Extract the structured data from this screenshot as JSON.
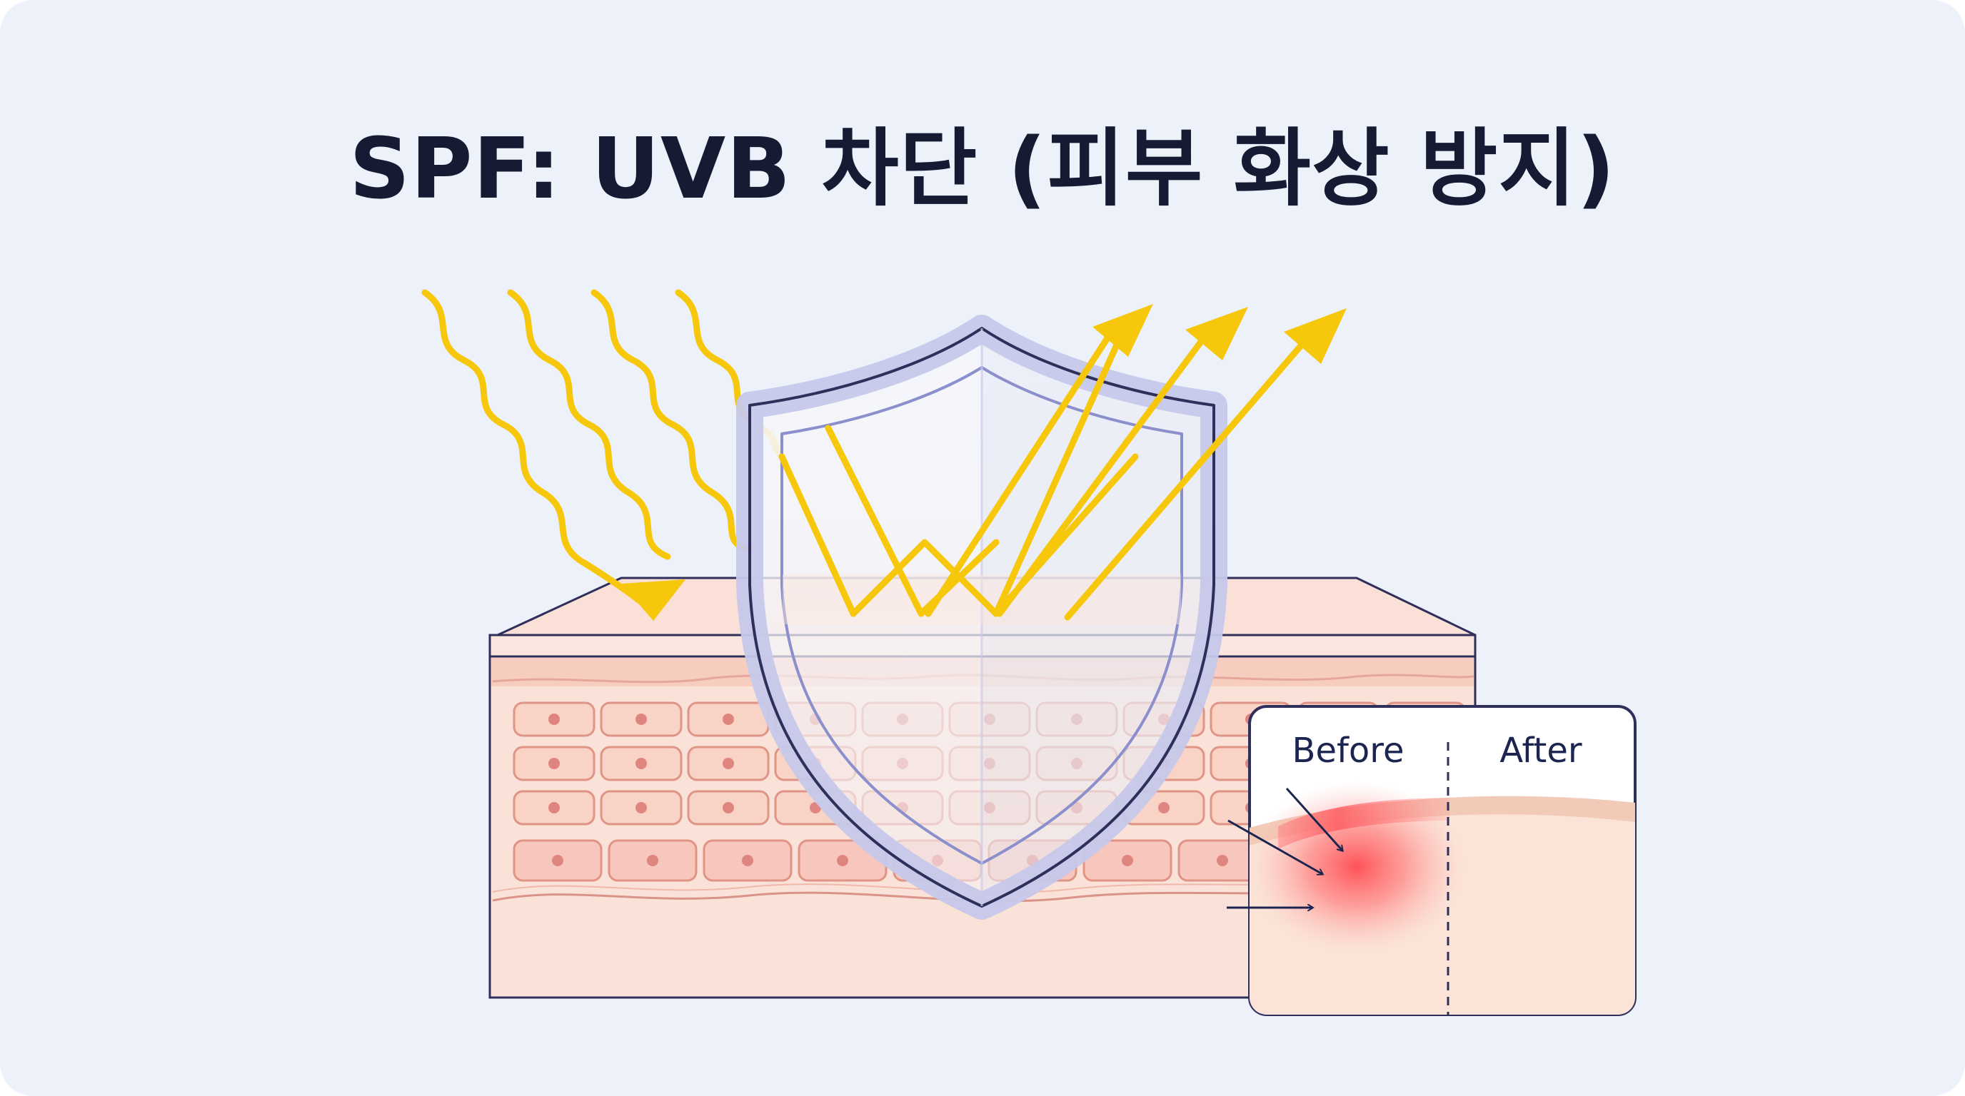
{
  "title": "SPF: UVB 차단 (피부 화상 방지)",
  "comparison": {
    "before_label": "Before",
    "after_label": "After"
  },
  "colors": {
    "background": "#edf1f9",
    "uv_ray": "#f6c70b",
    "shield_fill": "#e4e4f6",
    "shield_stroke": "#2e2f5a",
    "skin": "#fbe0d5",
    "burn": "#ff5a5a",
    "ink": "#141b33"
  },
  "icons": {
    "shield": "shield-icon",
    "rays": "uvb-ray-icon",
    "reflected": "reflected-ray-icon"
  }
}
